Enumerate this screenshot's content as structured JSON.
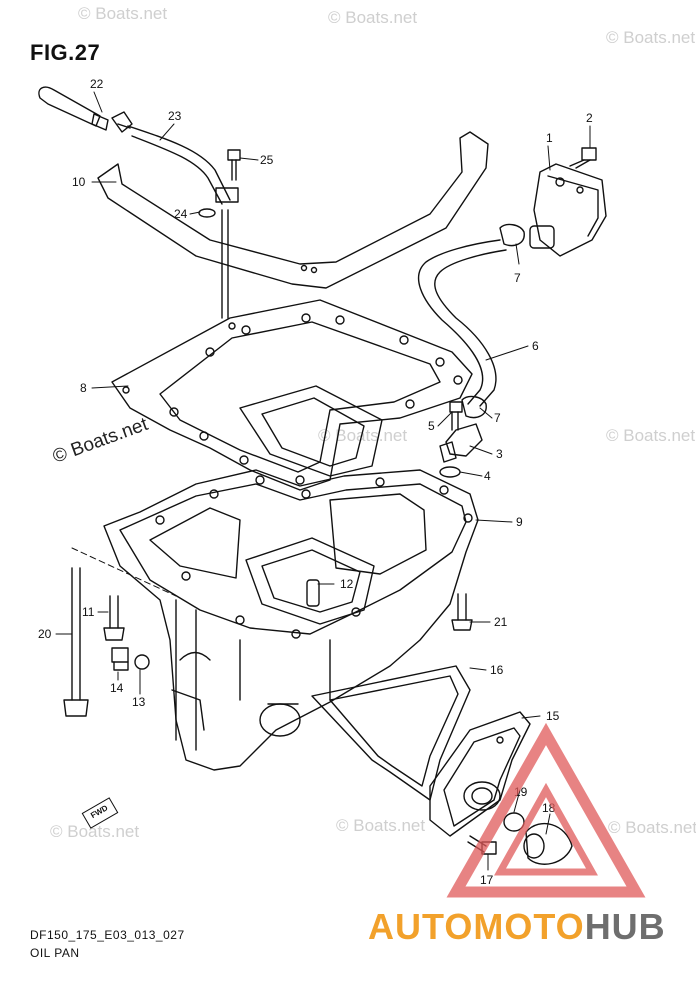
{
  "figure": {
    "title": "FIG.27",
    "code": "DF150_175_E03_013_027",
    "name": "OIL PAN"
  },
  "watermarks": [
    "© Boats.net",
    "© Boats.net",
    "© Boats.net",
    "© Boats.net",
    "© Boats.net",
    "© Boats.net",
    "© Boats.net",
    "© Boats.net"
  ],
  "main_watermark": "© Boats.net",
  "direction_label": "FWD",
  "brand": {
    "part1": "AUTO",
    "part2": "MOTO",
    "part3": "HUB",
    "accent_color": "#f2a12b",
    "gray_color": "#6e6e6e",
    "logo_color": "#e05a5a"
  },
  "callouts": [
    "1",
    "2",
    "4",
    "5",
    "6",
    "7",
    "7",
    "8",
    "9",
    "10",
    "11",
    "12",
    "13",
    "14",
    "15",
    "16",
    "17",
    "18",
    "19",
    "20",
    "21",
    "22",
    "23",
    "24",
    "25",
    "3"
  ]
}
